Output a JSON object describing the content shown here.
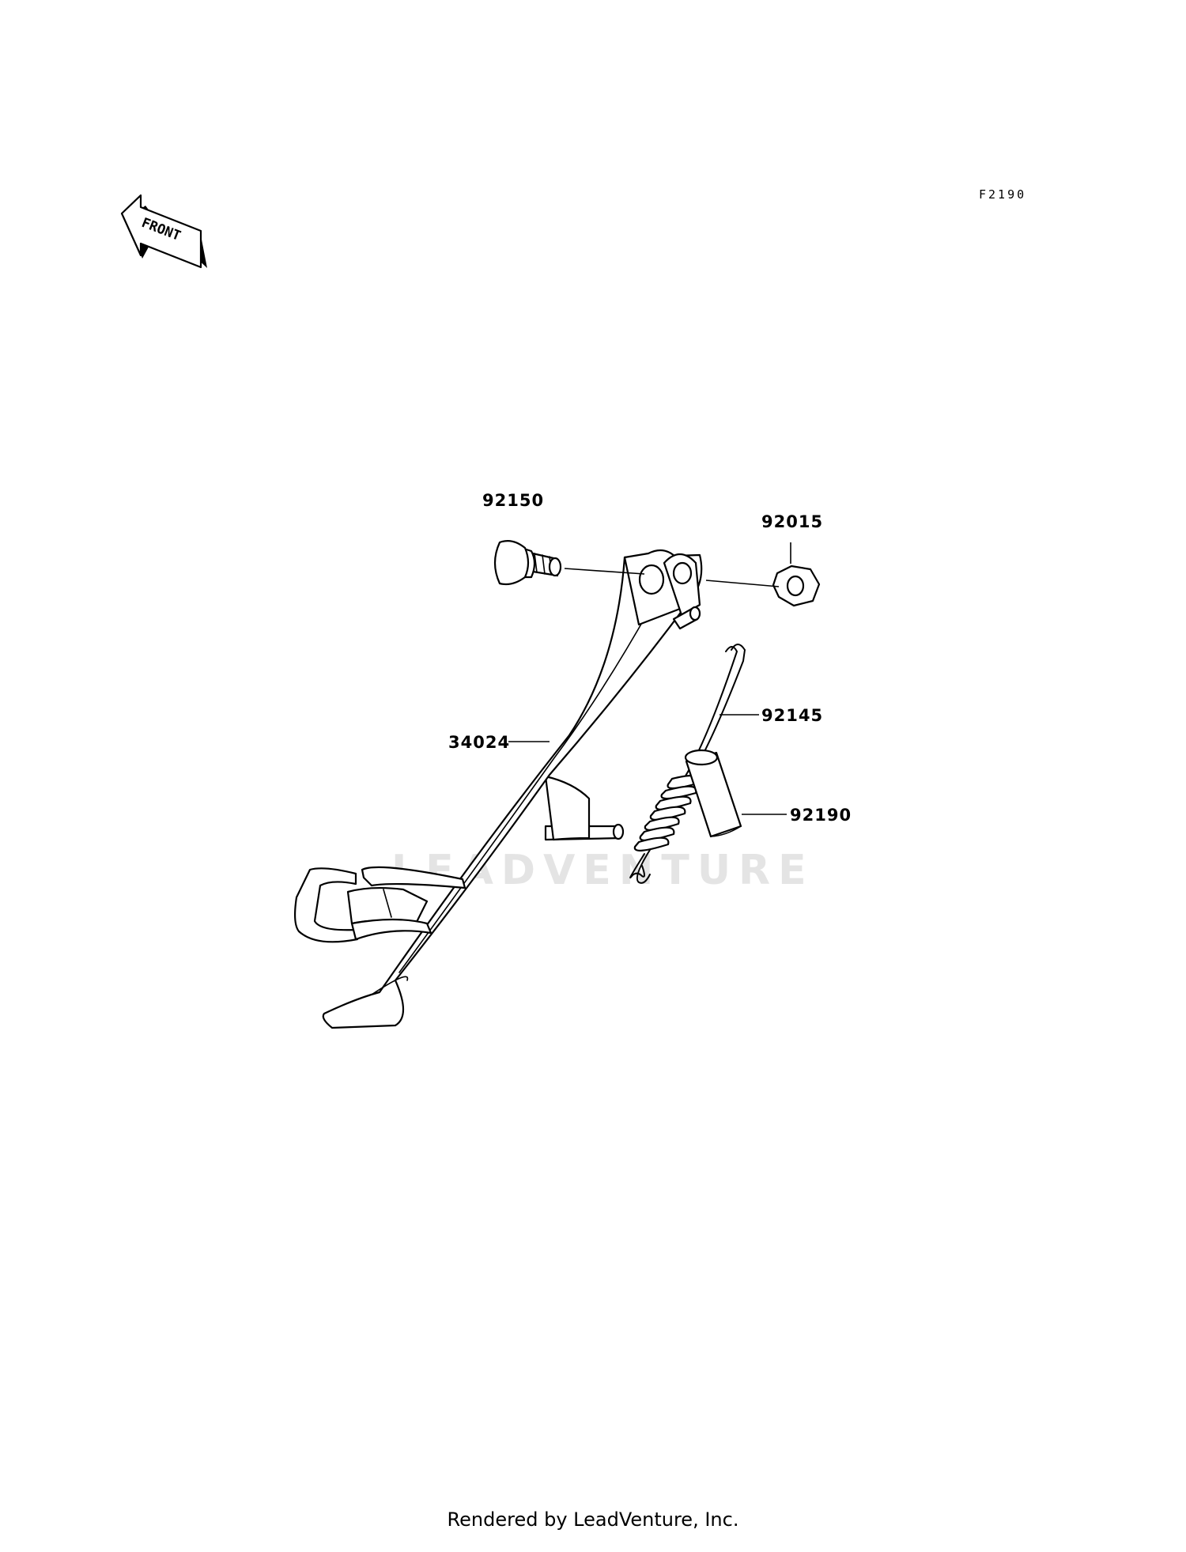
{
  "diagram": {
    "code": "F2190",
    "direction_label": "FRONT",
    "watermark": "LEADVENTURE",
    "parts": [
      {
        "number": "92150"
      },
      {
        "number": "92015"
      },
      {
        "number": "92145"
      },
      {
        "number": "34024"
      },
      {
        "number": "92190"
      }
    ]
  },
  "footer": {
    "text": "Rendered by LeadVenture, Inc."
  }
}
